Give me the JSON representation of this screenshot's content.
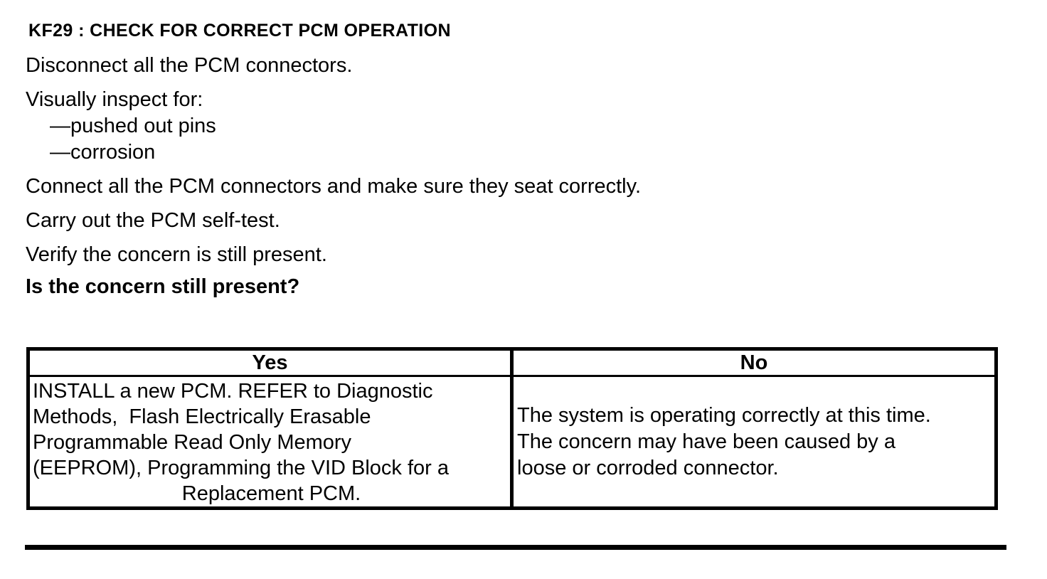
{
  "colors": {
    "text": "#000000",
    "background": "#ffffff",
    "border": "#000000"
  },
  "heading": "KF29 : CHECK FOR CORRECT PCM OPERATION",
  "instructions": {
    "p1": "Disconnect all the PCM connectors.",
    "p2": "Visually inspect for:",
    "list": [
      "—pushed out pins",
      "—corrosion"
    ],
    "p3": "Connect all the PCM connectors and make sure they seat correctly.",
    "p4": "Carry out the PCM self-test.",
    "p5": "Verify the concern is still present.",
    "question": "Is the concern still present?"
  },
  "decision_table": {
    "yes": {
      "header": "Yes",
      "lines": [
        "INSTALL a new PCM. REFER to Diagnostic",
        "Methods,  Flash Electrically Erasable",
        "Programmable Read Only Memory",
        "(EEPROM), Programming the VID Block for a",
        "Replacement PCM."
      ]
    },
    "no": {
      "header": "No",
      "lines": [
        "The system is operating correctly at this time.",
        "The concern may have been caused by a",
        "loose or corroded connector."
      ]
    }
  }
}
